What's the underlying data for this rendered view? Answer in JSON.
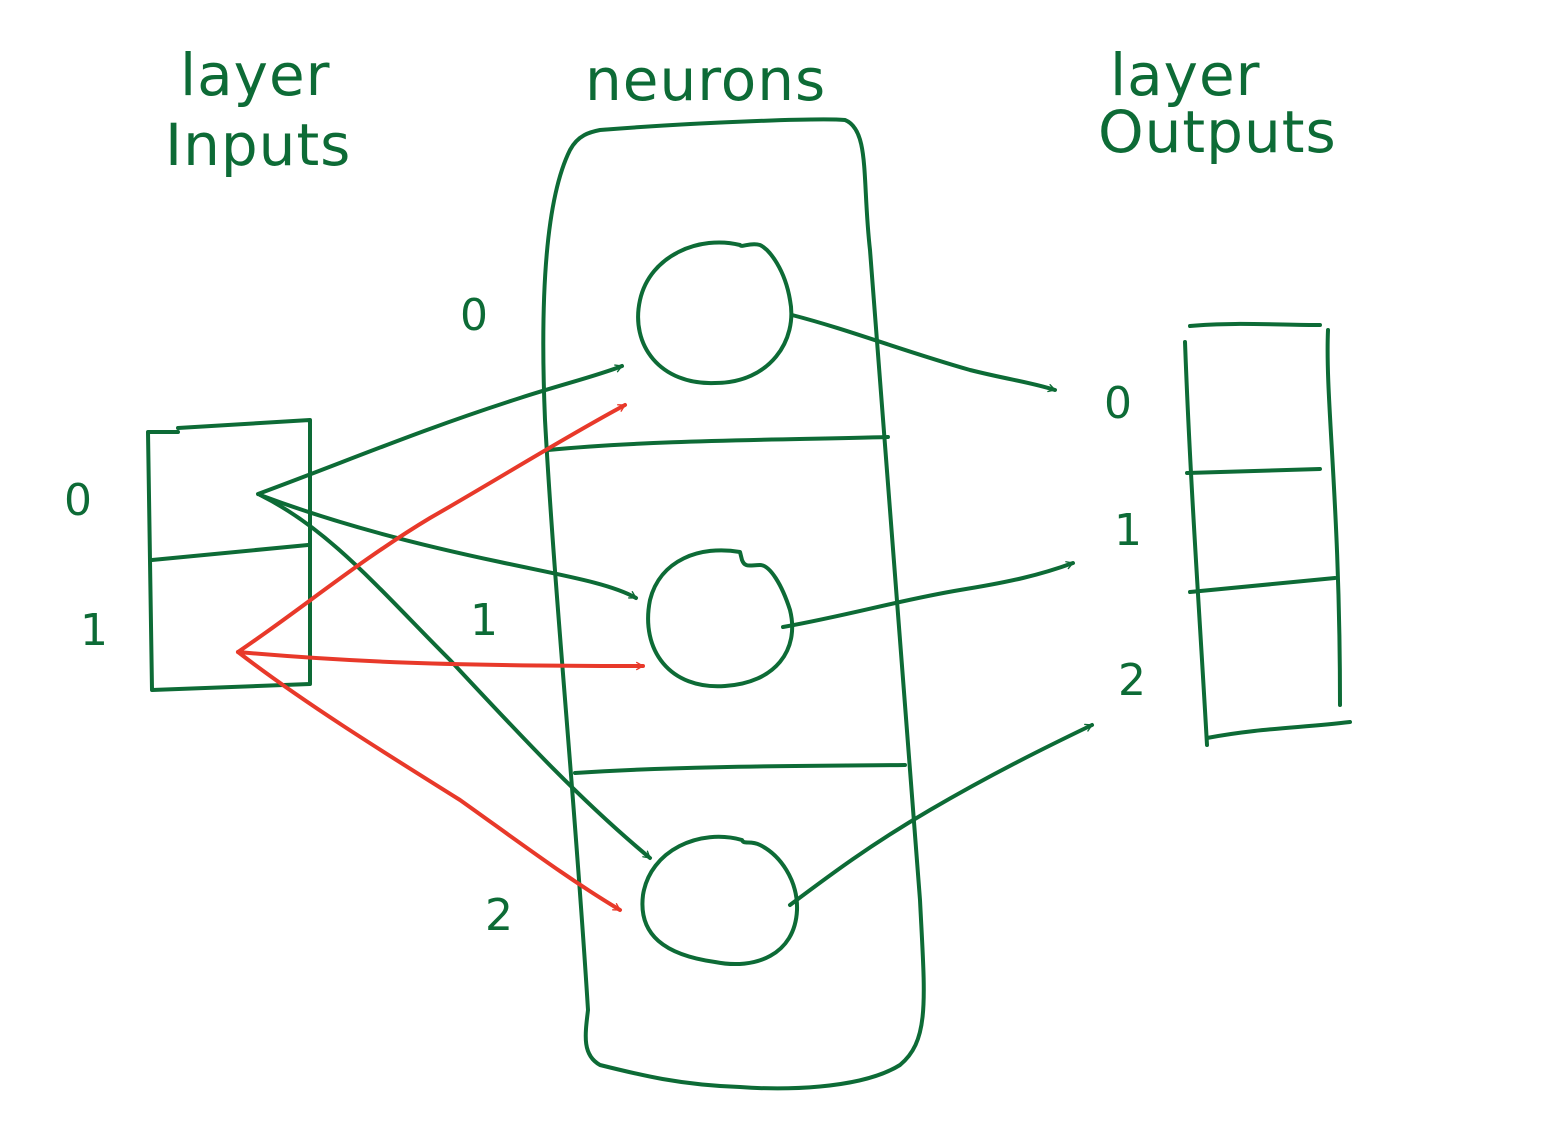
{
  "labels": {
    "layer_inputs_line1": "layer",
    "layer_inputs_line2": "Inputs",
    "neurons": "neurons",
    "layer_outputs_line1": "layer",
    "layer_outputs_line2": "Outputs"
  },
  "input_indices": [
    "0",
    "1"
  ],
  "neuron_indices": [
    "0",
    "1",
    "2"
  ],
  "output_indices": [
    "0",
    "1",
    "2"
  ],
  "colors": {
    "ink": "#0d6b36",
    "highlight": "#e8392a",
    "background": "#ffffff"
  },
  "connections": {
    "from_input_0": [
      "neuron-0",
      "neuron-1",
      "neuron-2"
    ],
    "from_input_1": [
      "neuron-0",
      "neuron-1",
      "neuron-2"
    ],
    "neuron_to_output": [
      [
        "neuron-0",
        "output-0"
      ],
      [
        "neuron-1",
        "output-1"
      ],
      [
        "neuron-2",
        "output-2"
      ]
    ]
  }
}
